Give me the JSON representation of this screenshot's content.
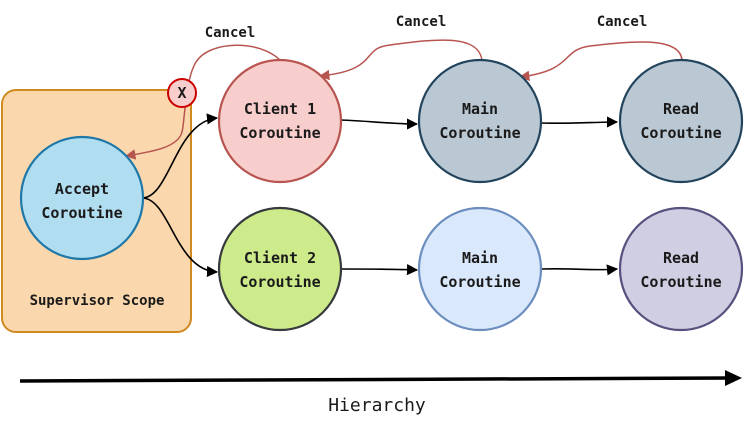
{
  "diagram": {
    "scope_label": "Supervisor Scope",
    "cancel_marker": "X",
    "accept": {
      "line1": "Accept",
      "line2": "Coroutine"
    },
    "client1": {
      "line1": "Client 1",
      "line2": "Coroutine"
    },
    "main1": {
      "line1": "Main",
      "line2": "Coroutine"
    },
    "read1": {
      "line1": "Read",
      "line2": "Coroutine"
    },
    "client2": {
      "line1": "Client 2",
      "line2": "Coroutine"
    },
    "main2": {
      "line1": "Main",
      "line2": "Coroutine"
    },
    "read2": {
      "line1": "Read",
      "line2": "Coroutine"
    },
    "cancel_labels": [
      "Cancel",
      "Cancel",
      "Cancel"
    ],
    "axis_label": "Hierarchy",
    "colors": {
      "scope_fill": "#fad7ac",
      "scope_stroke": "#d08a1f",
      "accept_fill": "#b1ddf0",
      "accept_stroke": "#1f78a8",
      "client1_fill": "#f8cecc",
      "client1_stroke": "#b85450",
      "main1_fill": "#bac8d3",
      "main1_stroke": "#23445d",
      "read1_fill": "#bac8d3",
      "read1_stroke": "#23445d",
      "client2_fill": "#cdeb8b",
      "client2_stroke": "#36393d",
      "main2_fill": "#dae8fc",
      "main2_stroke": "#6c8ebf",
      "read2_fill": "#d0cee2",
      "read2_stroke": "#56517e",
      "cancel_stroke": "#b85450",
      "marker_fill": "#f8cecc",
      "marker_stroke": "#cc0000",
      "edge_stroke": "#000000"
    }
  }
}
